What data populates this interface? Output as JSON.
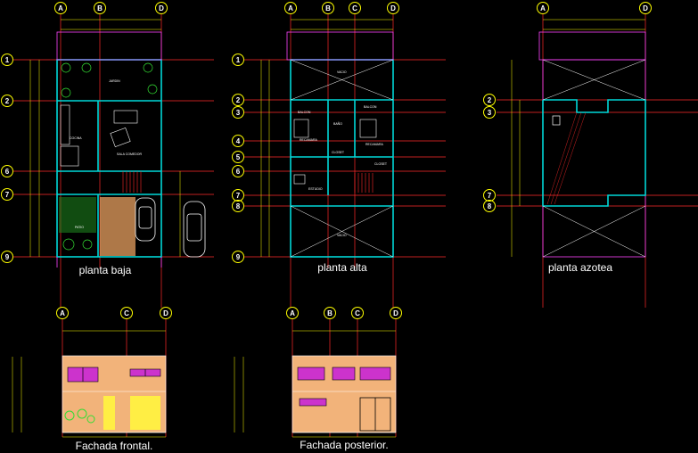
{
  "colors": {
    "background": "#000000",
    "axis_line": "#ff2a2a",
    "axis_bubble": "#ffff00",
    "wall": "#00d7d7",
    "dimension": "#ffff00",
    "magenta": "#ff44ff",
    "green": "#33dd33",
    "facade": "#f2b37a",
    "window": "#cc33cc",
    "door": "#ffee44",
    "label": "#ffffff"
  },
  "planta_baja": {
    "title": "planta baja",
    "col_axes": [
      "A",
      "B",
      "D"
    ],
    "row_axes": [
      "1",
      "2",
      "6",
      "7",
      "9"
    ]
  },
  "planta_alta": {
    "title": "planta alta",
    "col_axes": [
      "A",
      "B",
      "C",
      "D"
    ],
    "row_axes": [
      "1",
      "2",
      "3",
      "4",
      "5",
      "6",
      "7",
      "8",
      "9"
    ]
  },
  "planta_azotea": {
    "title": "planta azotea",
    "col_axes": [
      "A",
      "D"
    ],
    "row_axes": [
      "2",
      "3",
      "7",
      "8"
    ]
  },
  "fachada_frontal": {
    "title": "Fachada frontal.",
    "col_axes": [
      "A",
      "C",
      "D"
    ]
  },
  "fachada_posterior": {
    "title": "Fachada posterior.",
    "col_axes": [
      "A",
      "B",
      "C",
      "D"
    ]
  }
}
